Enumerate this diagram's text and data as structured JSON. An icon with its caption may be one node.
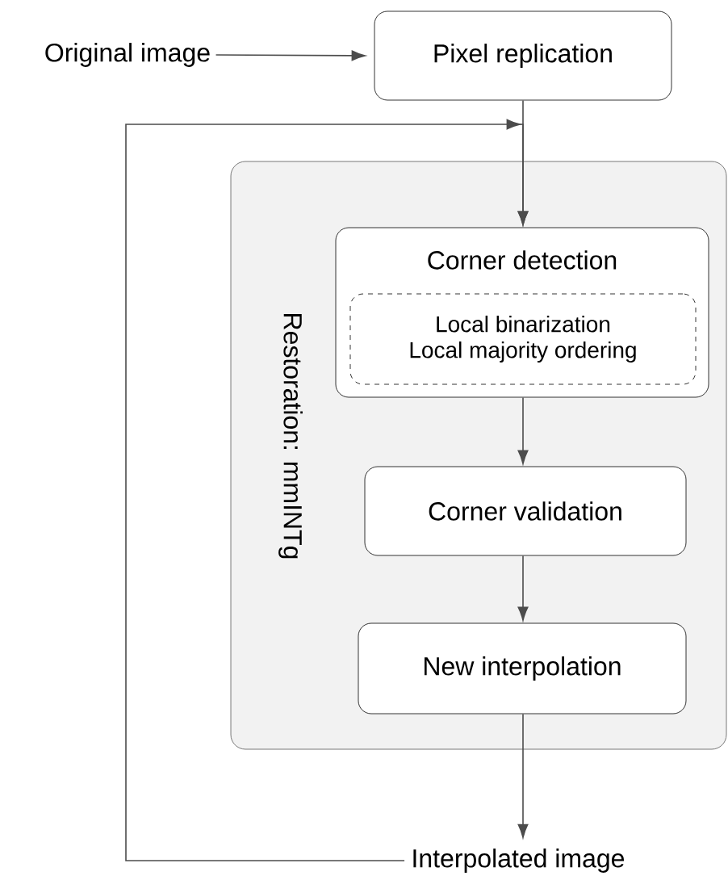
{
  "diagram": {
    "nodes": [
      {
        "text": [
          "Original image"
        ]
      },
      {
        "text": [
          "Pixel replication"
        ]
      },
      {
        "text": [
          "Restoration: mmINTg"
        ]
      },
      {
        "text": [
          "Corner detection"
        ],
        "in": 2
      },
      {
        "text": [
          "Local binarization",
          "Local majority ordering"
        ],
        "in": 3
      },
      {
        "text": [
          "Corner validation"
        ],
        "in": 2
      },
      {
        "text": [
          "New interpolation"
        ],
        "in": 2
      },
      {
        "text": [
          "Interpolated image"
        ]
      }
    ],
    "edges": [
      {
        "from": 0,
        "to": 1,
        "arrow": "to"
      },
      {
        "from": 1,
        "to": 3,
        "arrow": "to"
      },
      {
        "from": 3,
        "to": 5,
        "arrow": "to"
      },
      {
        "from": 5,
        "to": 6,
        "arrow": "to"
      },
      {
        "from": 6,
        "to": 7,
        "arrow": "to"
      },
      {
        "from": 7,
        "to": 3,
        "arrow": "to"
      }
    ]
  }
}
